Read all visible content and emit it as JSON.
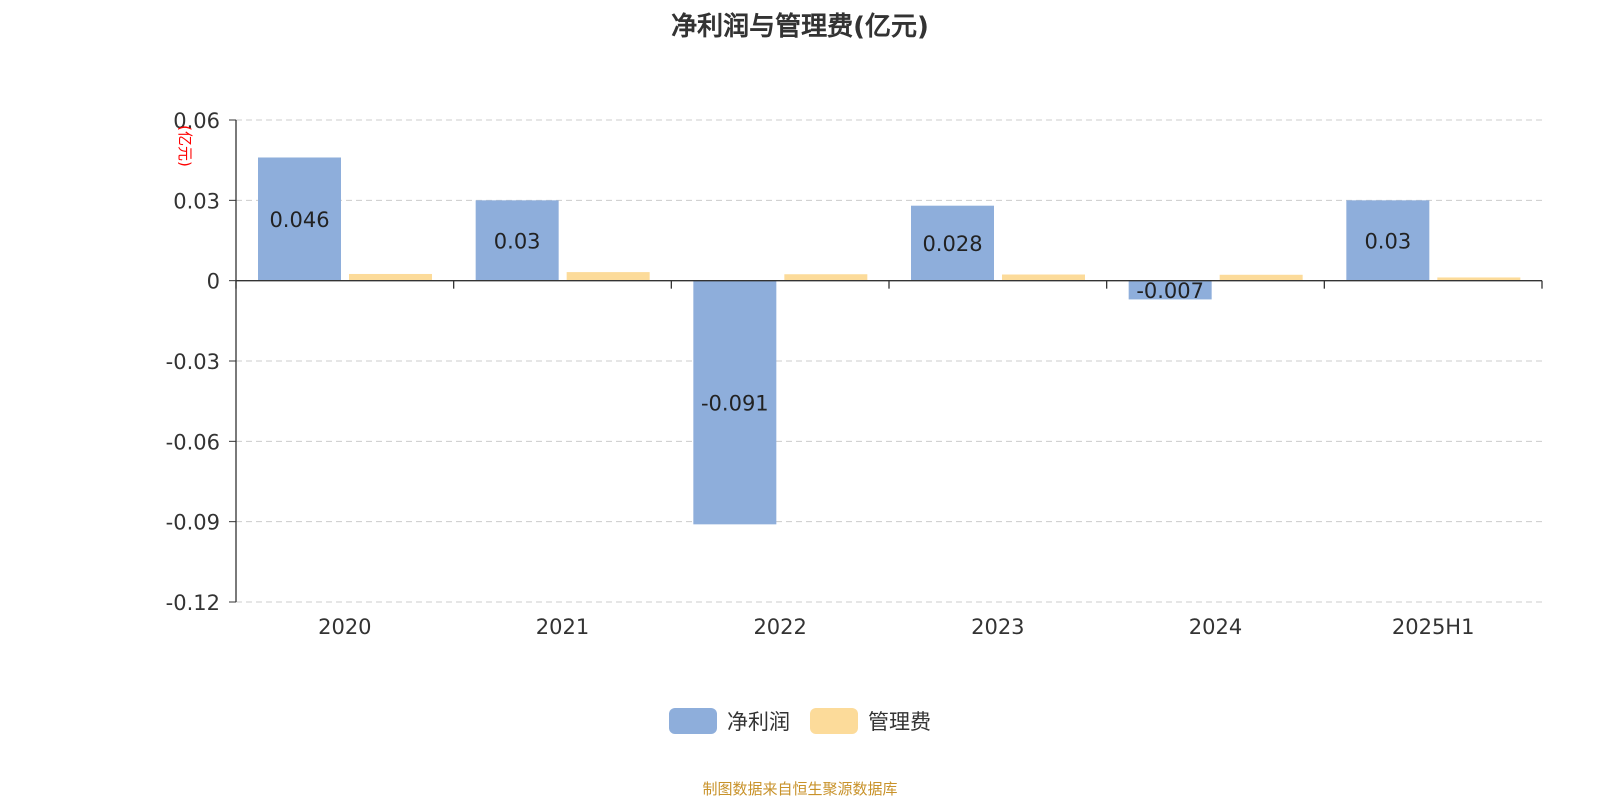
{
  "chart_data": {
    "type": "bar",
    "title": "净利润与管理费(亿元)",
    "ylabel": "(亿元)",
    "categories": [
      "2020",
      "2021",
      "2022",
      "2023",
      "2024",
      "2025H1"
    ],
    "series": [
      {
        "name": "净利润",
        "color": "#8eaedb",
        "values": [
          0.046,
          0.03,
          -0.091,
          0.028,
          -0.007,
          0.03
        ],
        "labels": [
          "0.046",
          "0.03",
          "-0.091",
          "0.028",
          "-0.007",
          "0.03"
        ]
      },
      {
        "name": "管理费",
        "color": "#fcdb9a",
        "values": [
          0.0025,
          0.0032,
          0.0024,
          0.0023,
          0.0022,
          0.0012
        ]
      }
    ],
    "ylim": [
      -0.12,
      0.06
    ],
    "yticks": [
      0.06,
      0.03,
      0,
      -0.03,
      -0.06,
      -0.09,
      -0.12
    ],
    "ytick_labels": [
      "0.06",
      "0.03",
      "0",
      "-0.03",
      "-0.06",
      "-0.09",
      "-0.12"
    ],
    "grid": true,
    "legend": "bottom-center"
  },
  "source": "制图数据来自恒生聚源数据库"
}
